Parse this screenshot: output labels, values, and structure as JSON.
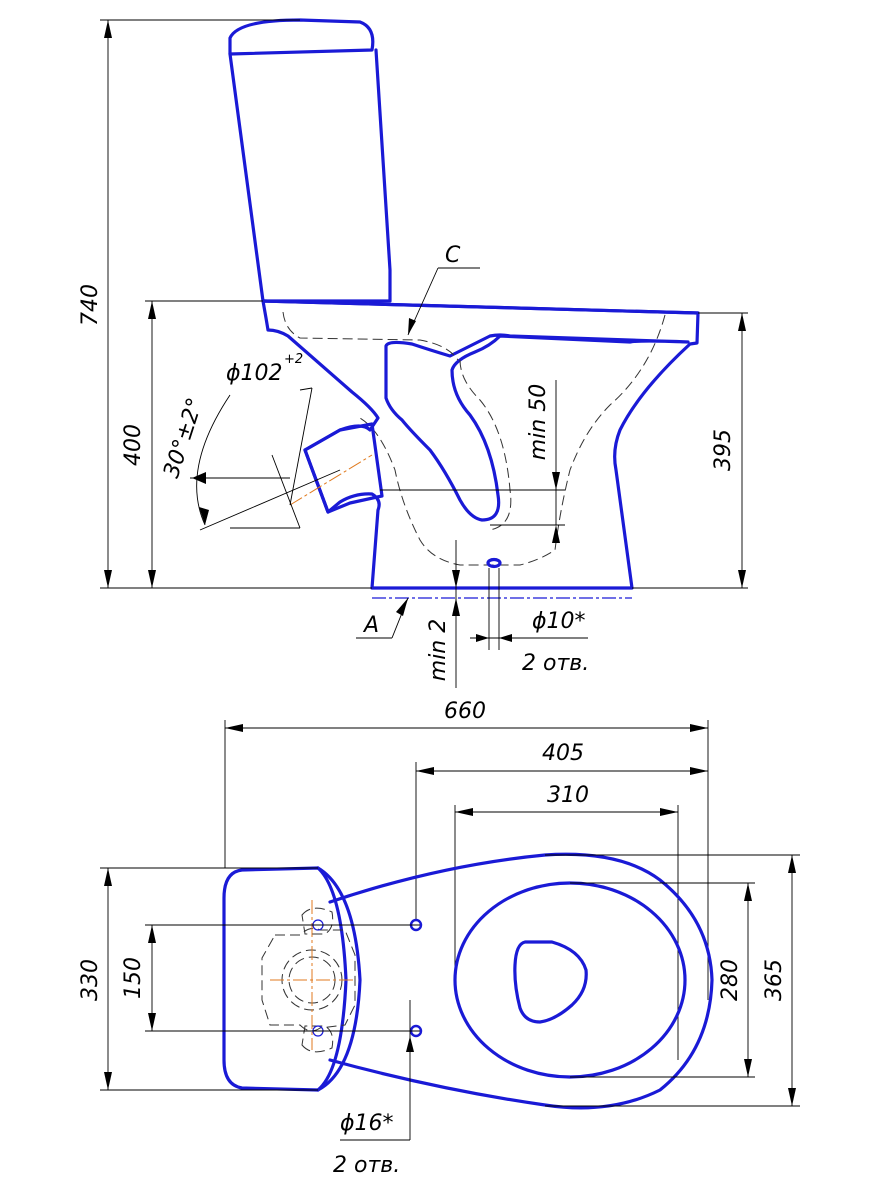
{
  "side_view": {
    "height_total": "740",
    "height_bowl": "400",
    "height_rim": "395",
    "outlet_diameter": "ϕ102",
    "outlet_diameter_tol": "+2",
    "outlet_angle": "30°±2°",
    "min_50": "min 50",
    "section_c": "C",
    "base_a": "A",
    "min_2": "min 2",
    "hole_diameter": "ϕ10*",
    "hole_count": "2 отв."
  },
  "top_view": {
    "length_total": "660",
    "length_405": "405",
    "length_310": "310",
    "width_330": "330",
    "width_150": "150",
    "width_280": "280",
    "width_365": "365",
    "hole_diameter": "ϕ16*",
    "hole_count": "2 отв."
  },
  "colors": {
    "outline": "#1a1ad6",
    "centerline": "#e07a1f",
    "dimension": "#000000"
  }
}
